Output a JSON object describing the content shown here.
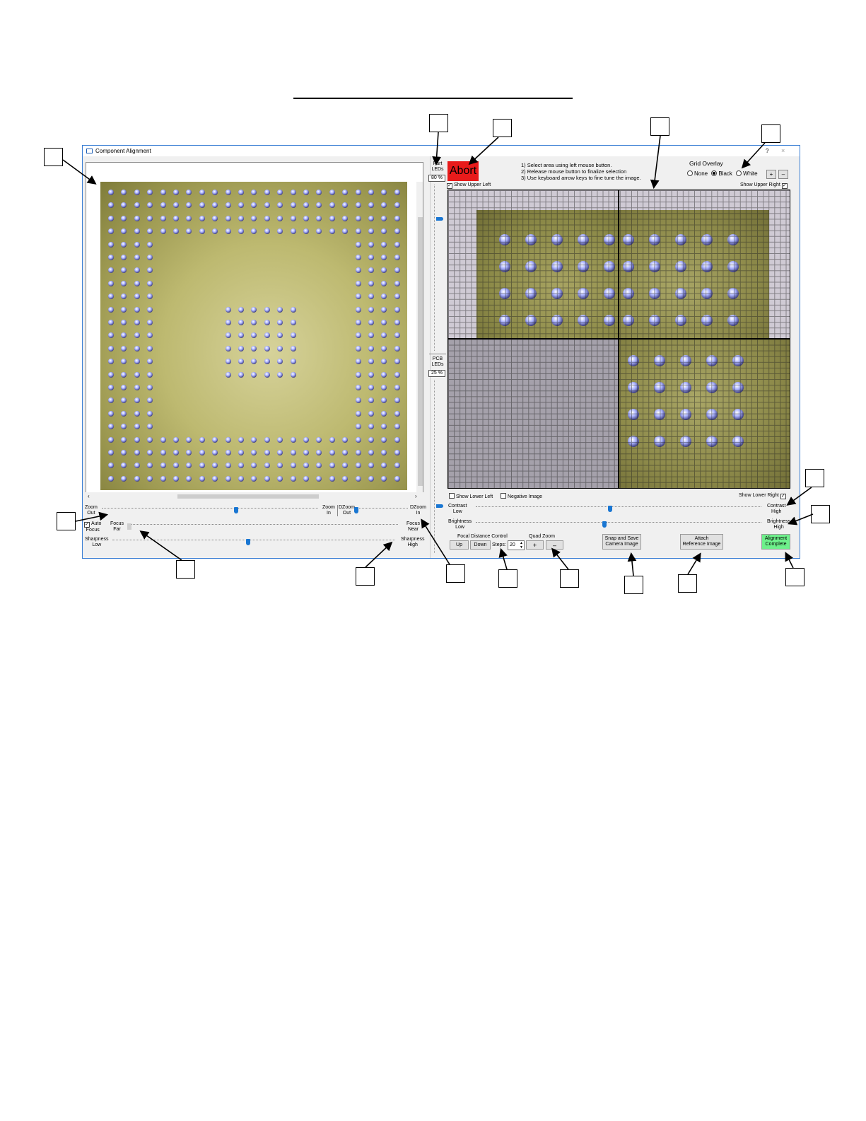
{
  "window": {
    "title": "Component Alignment",
    "help_glyph": "?",
    "close_glyph": "×"
  },
  "left_panel": {
    "zoom_out": "Zoom\nOut",
    "zoom_in": "Zoom\nIn",
    "dzoom_out": "DZoom\nOut",
    "dzoom_in": "DZoom\nIn",
    "auto_focus": "Auto\nFocus",
    "focus_far": "Focus\nFar",
    "focus_near": "Focus\nNear",
    "sharpness_low": "Sharpness\nLow",
    "sharpness_high": "Sharpness\nHigh",
    "zoom_level": 0.62,
    "dzoom_level": 0.02,
    "focus_level": 0.0,
    "sharpness_level": 0.48,
    "auto_focus_checked": true
  },
  "leds": {
    "part_label": "Part\nLEDs",
    "part_value": "80 %",
    "pcb_label": "PCB\nLEDs",
    "pcb_value": "25 %"
  },
  "right_panel": {
    "abort_label": "Abort",
    "instructions": [
      "1) Select area using left mouse button.",
      "2) Release mouse button to finalize selection",
      "3) Use keyboard arrow keys to fine tune the image."
    ],
    "grid_overlay": {
      "title": "Grid Overlay",
      "options": [
        "None",
        "Black",
        "White"
      ],
      "selected": "Black",
      "plus": "+",
      "minus": "–"
    },
    "show_upper_left": "Show Upper Left",
    "show_upper_right": "Show Upper Right",
    "show_lower_left": "Show Lower Left",
    "negative_image": "Negative Image",
    "show_lower_right": "Show Lower Right",
    "contrast_low": "Contrast\nLow",
    "contrast_high": "Contrast\nHigh",
    "brightness_low": "Brightness\nLow",
    "brightness_high": "Brightness\nHigh",
    "contrast_level": 0.47,
    "brightness_level": 0.45,
    "focal_distance_title": "Focal Distance Control",
    "up": "Up",
    "down": "Down",
    "steps_label": "Steps:",
    "steps_value": "20",
    "quad_zoom_title": "Quad Zoom",
    "quad_plus": "+",
    "quad_minus": "–",
    "snap_save": "Snap and Save\nCamera Image",
    "attach_ref": "Attach\nReference Image",
    "alignment_complete": "Alignment\nComplete",
    "colors": {
      "abort": "#e81b1b",
      "complete": "#6ef08b",
      "accent": "#1976d2"
    }
  }
}
